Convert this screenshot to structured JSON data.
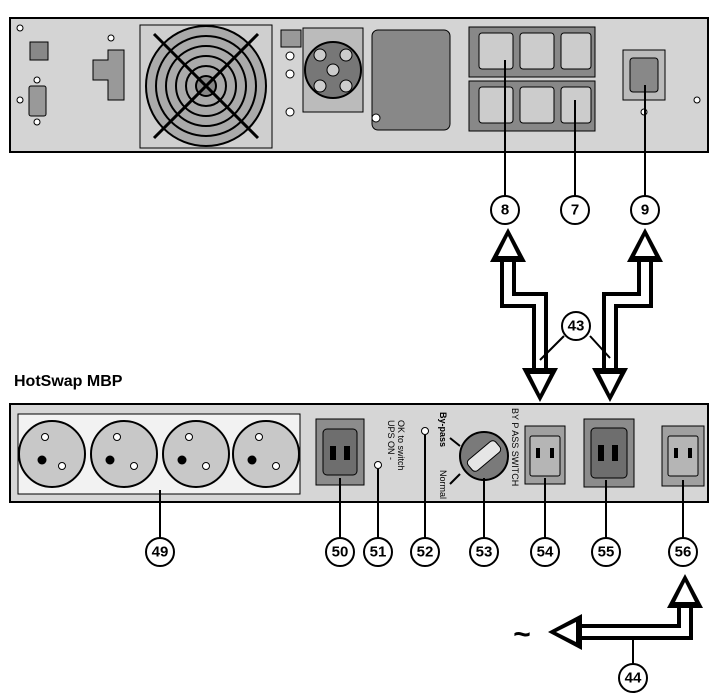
{
  "title": "HotSwap MBP",
  "mbp_labels": {
    "ups_on": "UPS ON -",
    "ok_to_switch": "OK to switch",
    "bypass": "By-pass",
    "normal": "Normal",
    "bypass_switch": "BY P ASS SWITCH"
  },
  "ac_symbol": "~",
  "callouts": {
    "c8": "8",
    "c7": "7",
    "c9": "9",
    "c43": "43",
    "c44": "44",
    "c49": "49",
    "c50": "50",
    "c51": "51",
    "c52": "52",
    "c53": "53",
    "c54": "54",
    "c55": "55",
    "c56": "56"
  },
  "colors": {
    "panel": "#d9d9d9",
    "socket": "#8c8c8c",
    "socket_dark": "#5a5a5a",
    "ups_panel": "#cfcfcf",
    "outline": "#000000"
  }
}
